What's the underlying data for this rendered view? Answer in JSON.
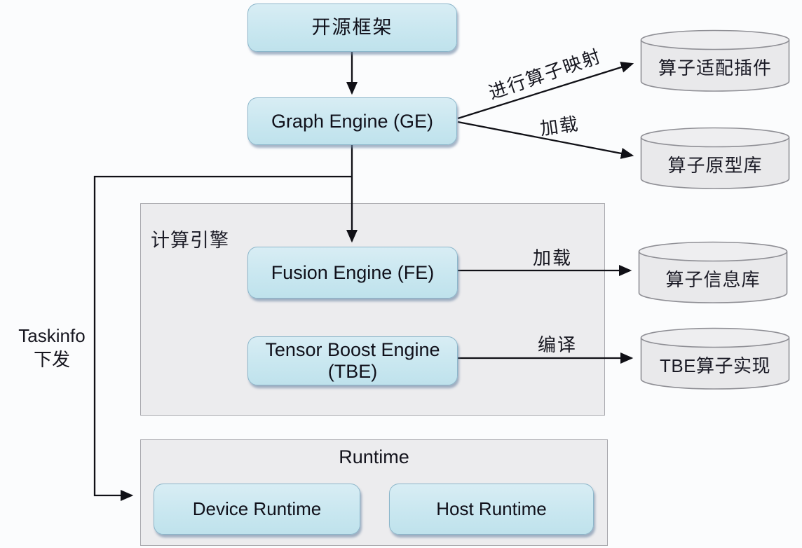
{
  "nodes": {
    "open_framework": "开源框架",
    "graph_engine": "Graph Engine (GE)",
    "fusion_engine": "Fusion Engine (FE)",
    "tbe_line1": "Tensor Boost Engine",
    "tbe_line2": "(TBE)",
    "device_runtime": "Device Runtime",
    "host_runtime": "Host Runtime"
  },
  "groups": {
    "compute_engine": "计算引擎",
    "runtime": "Runtime"
  },
  "datastores": {
    "adapter_plugin": "算子适配插件",
    "prototype_lib": "算子原型库",
    "info_lib": "算子信息库",
    "tbe_impl": "TBE算子实现"
  },
  "edge_labels": {
    "mapping": "进行算子映射",
    "load_top": "加载",
    "load_mid": "加载",
    "compile": "编译",
    "taskinfo_line1": "Taskinfo",
    "taskinfo_line2": "下发"
  },
  "colors": {
    "node_fill": "#c9e7f0",
    "node_border": "#8cb6ca",
    "group_fill": "#ececee",
    "cylinder_fill": "#e9e9eb",
    "line": "#101016",
    "background": "#fbfcfd"
  }
}
